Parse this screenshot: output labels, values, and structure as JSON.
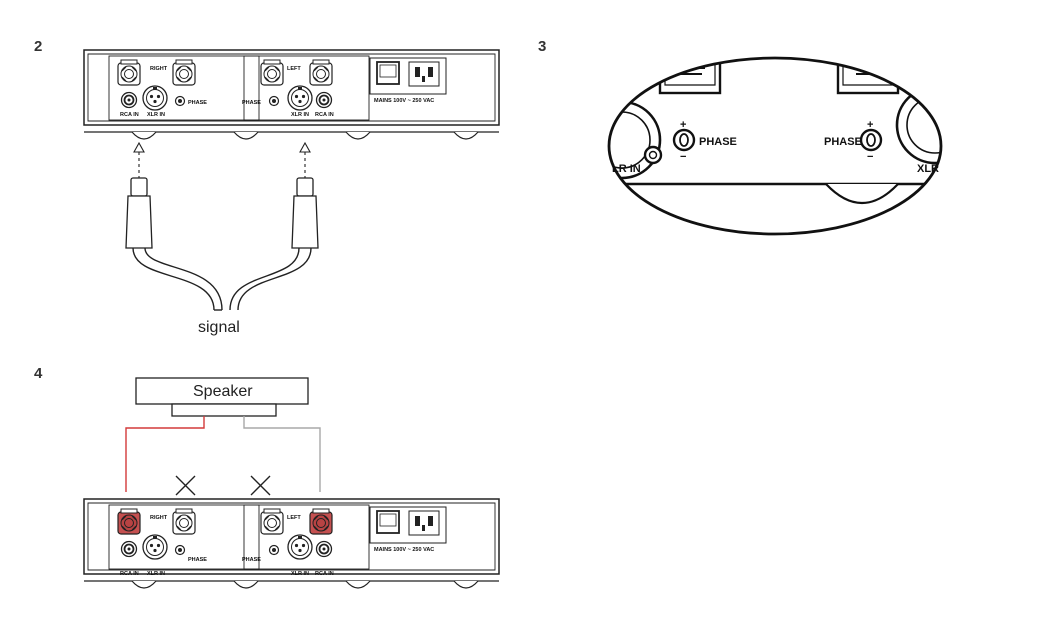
{
  "steps": {
    "two": "2",
    "three": "3",
    "four": "4"
  },
  "panel": {
    "right": "RIGHT",
    "left": "LEFT",
    "phase": "PHASE",
    "rca_in": "RCA IN",
    "xlr_in": "XLR IN",
    "mains": "MAINS 100V ~ 250 VAC"
  },
  "zoom": {
    "phase_left": "PHASE",
    "phase_right": "PHASE",
    "plus": "+",
    "minus": "−",
    "xlr_partial_left": "LR IN",
    "xlr_partial_right": "XLR"
  },
  "signal_label": "signal",
  "speaker_label": "Speaker",
  "colors": {
    "line": "#222222",
    "red_wire": "#d33a3a",
    "grey_wire": "#a8a8a8",
    "terminal_active": "#b84343"
  }
}
